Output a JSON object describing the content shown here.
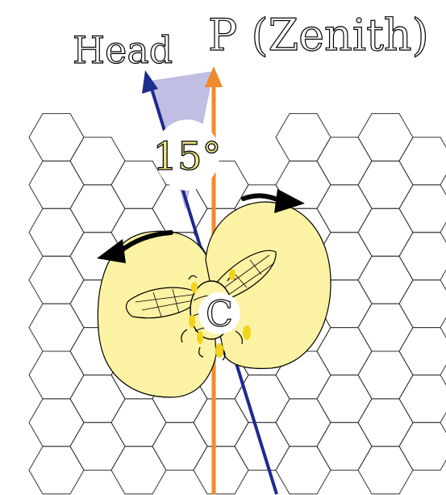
{
  "labels": {
    "head": "Head",
    "zenith": "P (Zenith)",
    "angle": "15°",
    "center": "C"
  },
  "colors": {
    "background": "#ffffff",
    "comb_stroke": "#333333",
    "lobe_fill": "#fbf3a3",
    "head_arrow": "#1e2b8f",
    "zenith_arrow": "#f08a2a",
    "angle_wedge": "#b9b7df",
    "turn_arrow": "#000000",
    "bee_detail": "#f2d21a"
  },
  "icons": {
    "head_direction": "head-direction-arrow",
    "zenith_direction": "zenith-direction-arrow",
    "turn_left": "curved-arrow-left",
    "turn_right": "curved-arrow-right",
    "bee": "bee-icon"
  }
}
